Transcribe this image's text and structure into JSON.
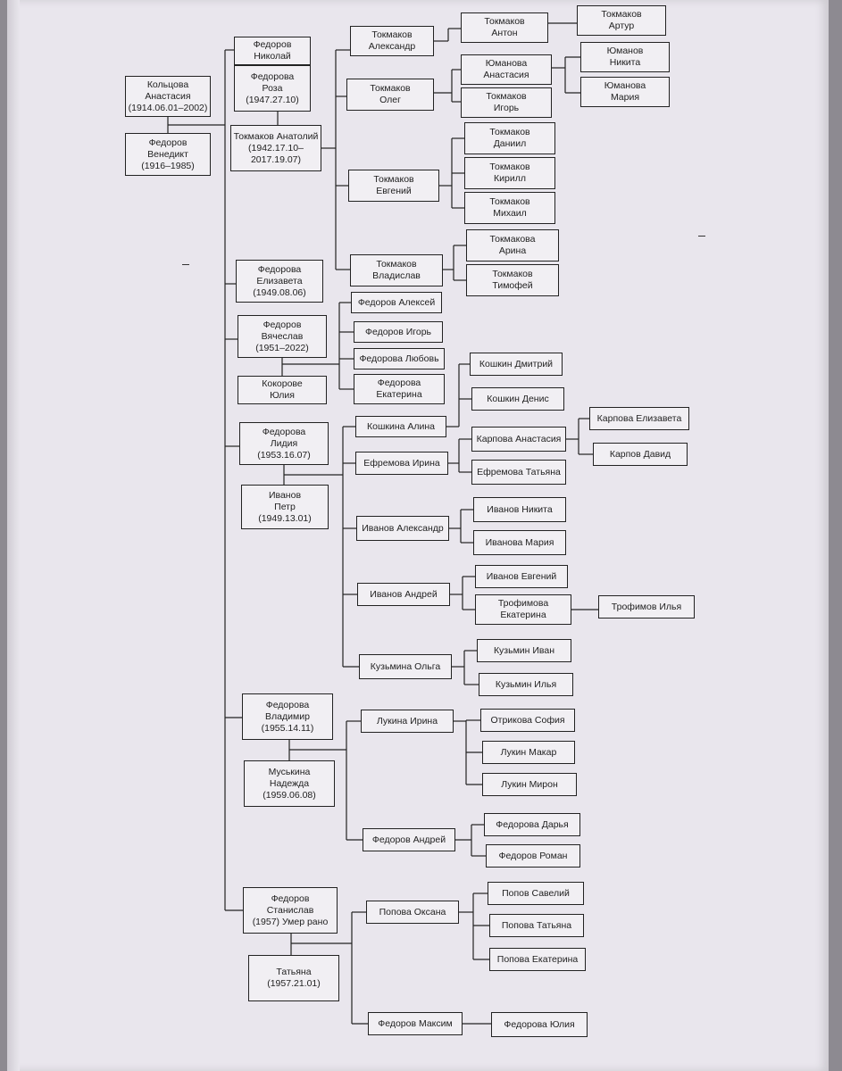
{
  "people": {
    "kolcova_anastasia": "Кольцова\nАнастасия\n(1914.06.01–2002)",
    "fedorov_venedikt": "Федоров\nВенедикт\n(1916–1985)",
    "fedorov_nikolai": "Федоров\nНиколай",
    "fedorova_roza": "Федорова\nРоза\n(1947.27.10)",
    "tokmakov_anatoliy": "Токмаков Анатолий\n(1942.17.10–\n2017.19.07)",
    "tokmakov_aleksandr": "Токмаков\nАлександр",
    "tokmakov_anton": "Токмаков\nАнтон",
    "tokmakov_artur": "Токмаков\nАртур",
    "tokmakov_oleg": "Токмаков\nОлег",
    "yumanova_anastasia": "Юманова\nАнастасия",
    "tokmakov_igor": "Токмаков\nИгорь",
    "yumanov_nikita": "Юманов\nНикита",
    "yumanova_maria": "Юманова\nМария",
    "tokmakov_evgeniy": "Токмаков\nЕвгений",
    "tokmakov_daniil": "Токмаков\nДаниил",
    "tokmakov_kirill": "Токмаков\nКирилл",
    "tokmakov_mikhail": "Токмаков\nМихаил",
    "tokmakov_vladislav": "Токмаков\nВладислав",
    "tokmakova_arina": "Токмакова\nАрина",
    "tokmakov_timofei": "Токмаков\nТимофей",
    "fedorova_elizaveta": "Федорова\nЕлизавета\n(1949.08.06)",
    "fedorov_vyacheslav": "Федоров\nВячеслав\n(1951–2022)",
    "kokorove_yulia": "Кокорове\nЮлия",
    "fedorov_aleksei": "Федоров Алексей",
    "fedorov_igor": "Федоров Игорь",
    "fedorova_lyubov": "Федорова Любовь",
    "fedorova_ekaterina": "Федорова\nЕкатерина",
    "fedorova_lidia": "Федорова\nЛидия\n(1953.16.07)",
    "ivanov_petr": "Иванов\nПетр\n(1949.13.01)",
    "koshkina_alina": "Кошкина Алина",
    "koshkin_dmitriy": "Кошкин Дмитрий",
    "koshkin_denis": "Кошкин Денис",
    "efremova_irina": "Ефремова Ирина",
    "karpova_anastasia": "Карпова Анастасия",
    "efremova_tatyana": "Ефремова Татьяна",
    "karpova_elizaveta": "Карпова Елизавета",
    "karpov_david": "Карпов Давид",
    "ivanov_aleksandr": "Иванов Александр",
    "ivanov_nikita": "Иванов Никита",
    "ivanova_maria": "Иванова Мария",
    "ivanov_andrei": "Иванов Андрей",
    "ivanov_evgeniy": "Иванов Евгений",
    "trofimova_ekaterina": "Трофимова\nЕкатерина",
    "trofimov_ilya": "Трофимов Илья",
    "kuzmina_olga": "Кузьмина Ольга",
    "kuzmin_ivan": "Кузьмин Иван",
    "kuzmin_ilya": "Кузьмин Илья",
    "fedorova_vladimir": "Федорова\nВладимир\n(1955.14.11)",
    "muskina_nadezhda": "Муськина\nНадежда\n(1959.06.08)",
    "lukina_irina": "Лукина Ирина",
    "otrikova_sofia": "Отрикова София",
    "lukin_makar": "Лукин Макар",
    "lukin_miron": "Лукин Мирон",
    "fedorov_andrei": "Федоров Андрей",
    "fedorova_darya": "Федорова Дарья",
    "fedorov_roman": "Федоров Роман",
    "fedorov_stanislav": "Федоров\nСтанислав\n(1957) Умер рано",
    "tatyana": "Татьяна\n(1957.21.01)",
    "popova_oksana": "Попова Оксана",
    "popov_saveliy": "Попов Савелий",
    "popova_tatyana": "Попова Татьяна",
    "popova_ekaterina": "Попова Екатерина",
    "fedorov_maksim": "Федоров Максим",
    "fedorova_yulia": "Федорова Юлия"
  }
}
